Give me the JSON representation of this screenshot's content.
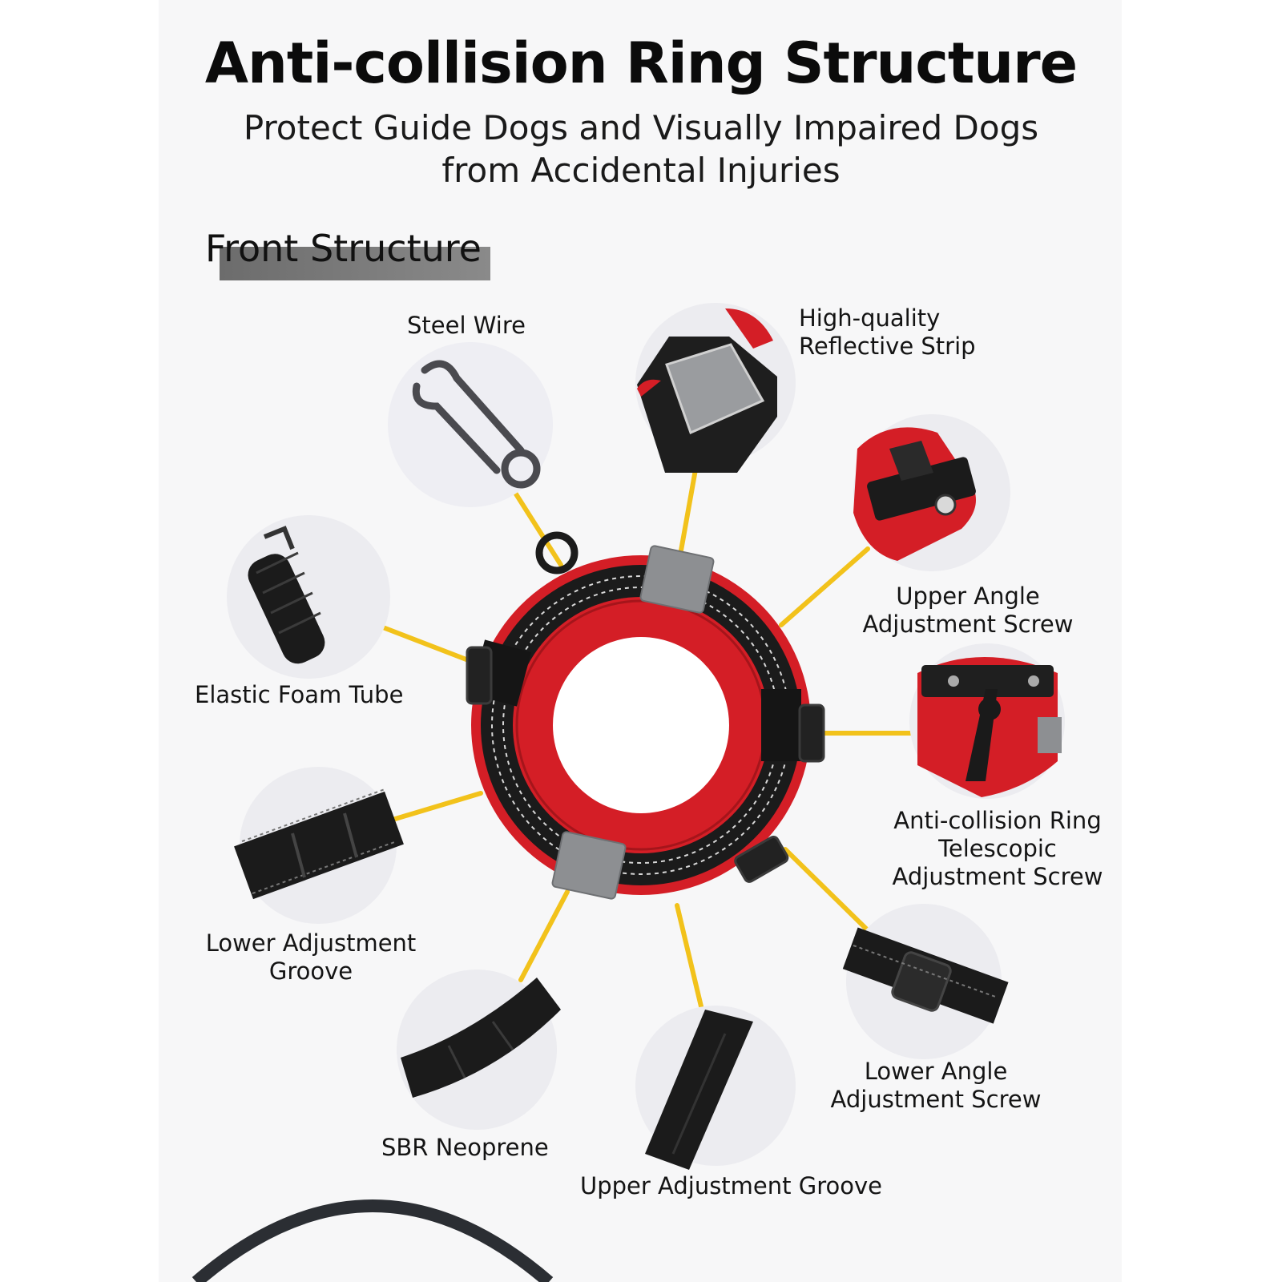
{
  "header": {
    "title": "Anti-collision Ring Structure",
    "subtitle_line1": "Protect Guide Dogs and Visually Impaired Dogs",
    "subtitle_line2": "from Accidental Injuries"
  },
  "section": {
    "title": "Front Structure"
  },
  "callouts": {
    "steel_wire": "Steel Wire",
    "reflective_strip_1": "High-quality",
    "reflective_strip_2": "Reflective Strip",
    "upper_angle_1": "Upper Angle",
    "upper_angle_2": "Adjustment Screw",
    "elastic_foam": "Elastic Foam Tube",
    "telescopic_1": "Anti-collision Ring",
    "telescopic_2": "Telescopic",
    "telescopic_3": "Adjustment Screw",
    "lower_groove_1": "Lower Adjustment",
    "lower_groove_2": "Groove",
    "lower_angle_1": "Lower Angle",
    "lower_angle_2": "Adjustment Screw",
    "sbr": "SBR Neoprene",
    "upper_groove": "Upper Adjustment Groove"
  },
  "colors": {
    "accent_red": "#d41e26",
    "leader_yellow": "#f2c21b",
    "strap_black": "#1b1b1b",
    "reflective_gray": "#8d8f92"
  }
}
